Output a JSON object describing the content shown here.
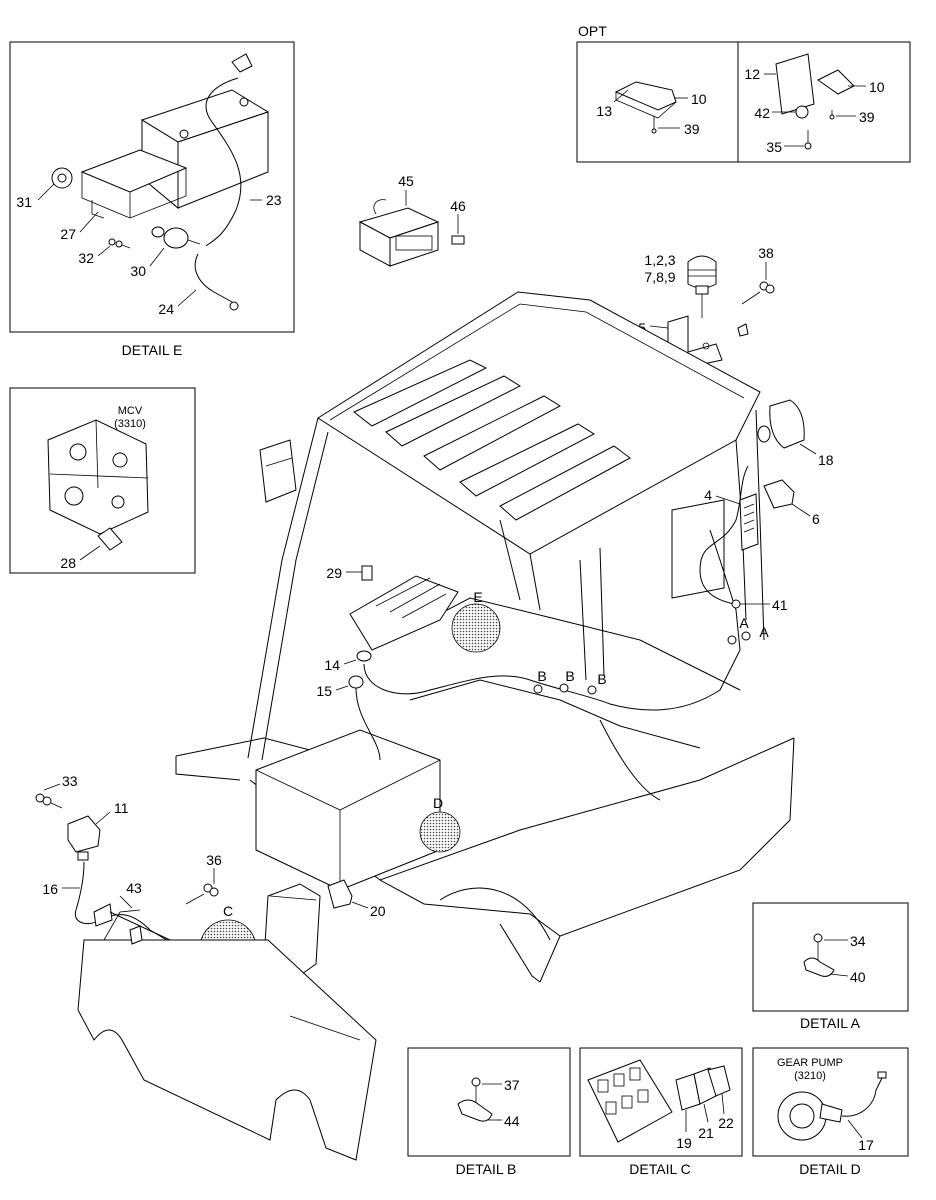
{
  "details": {
    "e": {
      "caption": "DETAIL E"
    },
    "a": {
      "caption": "DETAIL A"
    },
    "b": {
      "caption": "DETAIL B"
    },
    "c": {
      "caption": "DETAIL C"
    },
    "d": {
      "caption": "DETAIL D",
      "title1": "GEAR PUMP",
      "title2": "(3210)"
    },
    "opt": {
      "caption": "OPT"
    },
    "mcv": {
      "title1": "MCV",
      "title2": "(3310)"
    }
  },
  "callouts": {
    "c1_2_3": "1,2,3",
    "c7_8_9": "7,8,9",
    "c4": "4",
    "c5": "5",
    "c6": "6",
    "c10a": "10",
    "c10b": "10",
    "c11": "11",
    "c12": "12",
    "c13": "13",
    "c14": "14",
    "c15": "15",
    "c16": "16",
    "c17": "17",
    "c18": "18",
    "c19": "19",
    "c20": "20",
    "c21": "21",
    "c22": "22",
    "c23": "23",
    "c24": "24",
    "c27": "27",
    "c28": "28",
    "c29": "29",
    "c30": "30",
    "c31": "31",
    "c32": "32",
    "c33": "33",
    "c34": "34",
    "c35": "35",
    "c36": "36",
    "c37": "37",
    "c38": "38",
    "c39a": "39",
    "c39b": "39",
    "c40": "40",
    "c41": "41",
    "c42": "42",
    "c43": "43",
    "c44": "44",
    "c45": "45",
    "c46": "46"
  },
  "refs": {
    "a1": "A",
    "a2": "A",
    "b1": "B",
    "b2": "B",
    "b3": "B",
    "c": "C",
    "d": "D",
    "e": "E"
  }
}
